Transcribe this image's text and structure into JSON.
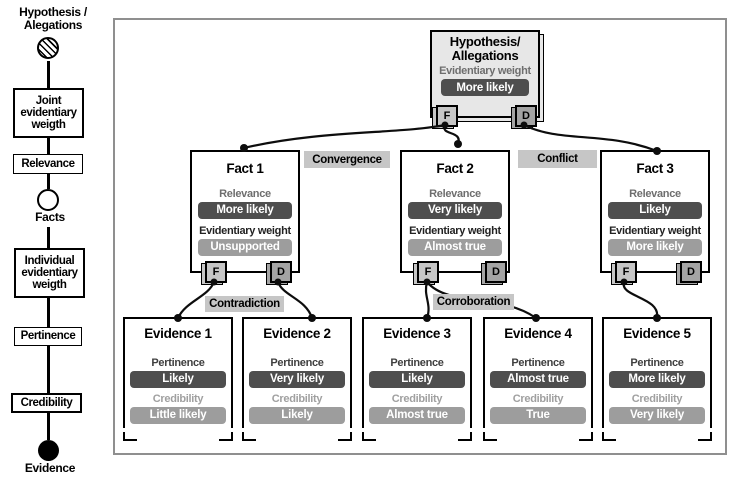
{
  "legend": {
    "hypothesis_label_line1": "Hypothesis /",
    "hypothesis_label_line2": "Alegations",
    "joint_weight_box": "Joint evidentiary weigth",
    "relevance_box": "Relevance",
    "facts_label": "Facts",
    "individual_weight_box": "Individual evidentiary weigth",
    "pertinence_box": "Pertinence",
    "credibility_box": "Credibility",
    "evidence_label": "Evidence"
  },
  "labels": {
    "relevance": "Relevance",
    "evidentiary_weight": "Evidentiary weight",
    "pertinence": "Pertinence",
    "credibility": "Credibility",
    "tab_f": "F",
    "tab_d": "D"
  },
  "hypothesis": {
    "title_line1": "Hypothesis/",
    "title_line2": "Allegations",
    "weight_value": "More likely"
  },
  "facts": [
    {
      "title": "Fact 1",
      "relevance_value": "More likely",
      "weight_value": "Unsupported"
    },
    {
      "title": "Fact 2",
      "relevance_value": "Very likely",
      "weight_value": "Almost true"
    },
    {
      "title": "Fact 3",
      "relevance_value": "Likely",
      "weight_value": "More likely"
    }
  ],
  "evidence": [
    {
      "title": "Evidence 1",
      "pertinence_value": "Likely",
      "credibility_value": "Little likely"
    },
    {
      "title": "Evidence 2",
      "pertinence_value": "Very likely",
      "credibility_value": "Likely"
    },
    {
      "title": "Evidence 3",
      "pertinence_value": "Likely",
      "credibility_value": "Almost true"
    },
    {
      "title": "Evidence 4",
      "pertinence_value": "Almost true",
      "credibility_value": "True"
    },
    {
      "title": "Evidence 5",
      "pertinence_value": "More likely",
      "credibility_value": "Very likely"
    }
  ],
  "relations": {
    "convergence": "Convergence",
    "conflict": "Conflict",
    "contradiction": "Contradiction",
    "corroboration": "Corroboration"
  },
  "colors": {
    "dark_badge": "#4e4e4e",
    "light_badge": "#9d9d9d",
    "hypothesis_fill": "#e7e7e7",
    "tab_f_fill": "#c6c6c6",
    "tab_d_fill": "#a4a4a4",
    "relation_label_fill": "#c6c6c6",
    "panel_border": "#8f8f8f"
  }
}
